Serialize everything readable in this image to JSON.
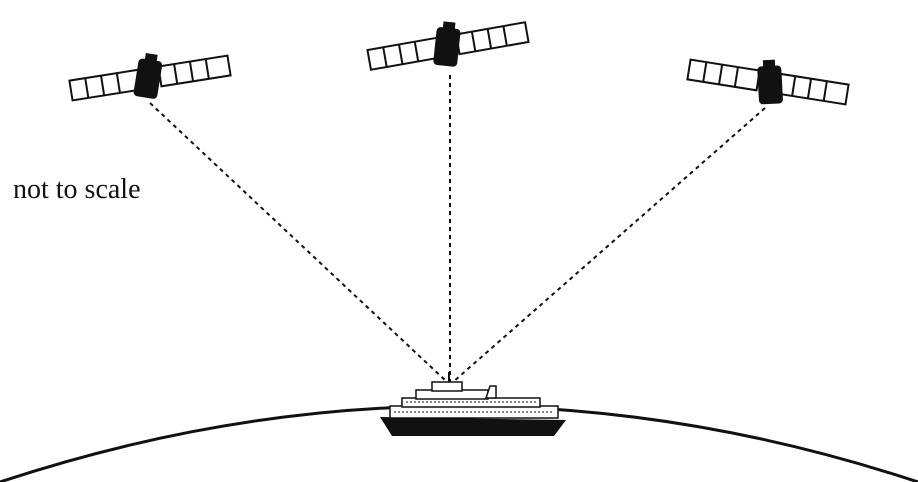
{
  "note": "not to scale",
  "colors": {
    "ink": "#111111",
    "background": "#ffffff"
  },
  "elements": {
    "satellites": [
      "satellite-left",
      "satellite-center",
      "satellite-right"
    ],
    "ship": "ship",
    "earth": "earth-surface-curve"
  }
}
